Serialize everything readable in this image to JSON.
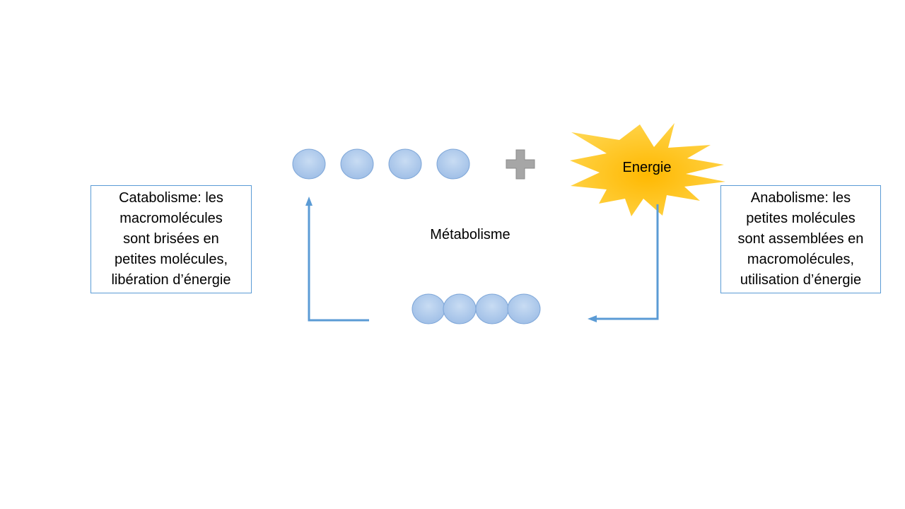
{
  "diagram": {
    "energy_label": "Energie",
    "center_label": "Métabolisme",
    "catabolism": {
      "lines": [
        "Catabolisme: les",
        "macromolécules",
        "sont brisées en",
        "petites molécules,",
        "libération d’énergie"
      ]
    },
    "anabolism": {
      "lines": [
        "Anabolisme: les",
        "petites molécules",
        "sont assemblées en",
        "macromolécules,",
        "utilisation d’énergie"
      ]
    },
    "colors": {
      "molecule_fill": "#a9c6ea",
      "molecule_stroke": "#7fa7d8",
      "arrow": "#5b9bd5",
      "plus": "#a6a6a6",
      "energy_burst": "#ffc000",
      "box_border": "#5a9bd5"
    },
    "icons": [
      "plus-icon",
      "energy-burst"
    ]
  }
}
